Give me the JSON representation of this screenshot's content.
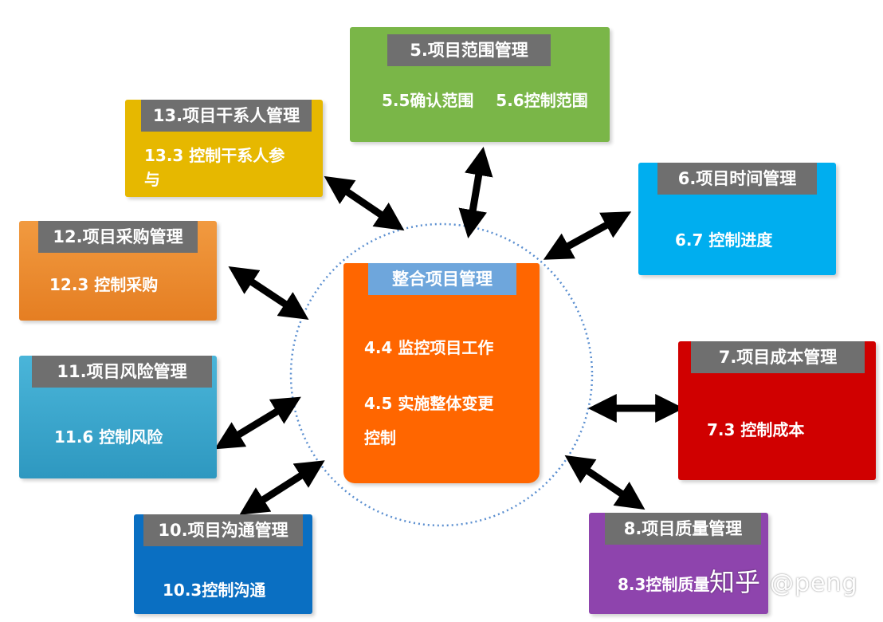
{
  "center": {
    "title": "整合项目管理",
    "items": [
      "4.4 监控项目工作",
      "4.5 实施整体变更",
      "控制"
    ],
    "color": "#ff6600",
    "title_color": "#6ea6dc"
  },
  "nodes": {
    "scope": {
      "title": "5.项目范围管理",
      "text": "5.5确认范围    5.6控制范围",
      "color": "#7ab648"
    },
    "stakeholder": {
      "title": "13.项目干系人管理",
      "text_line1": "13.3 控制干系人参",
      "text_line2": "与",
      "color": "#e6b800"
    },
    "procurement": {
      "title": "12.项目采购管理",
      "text": "12.3 控制采购",
      "color": "#ef8a2e"
    },
    "risk": {
      "title": "11.项目风险管理",
      "text": "11.6 控制风险",
      "color": "#3ea9cf"
    },
    "communication": {
      "title": "10.项目沟通管理",
      "text": "10.3控制沟通",
      "color": "#0a6fc2"
    },
    "time": {
      "title": "6.项目时间管理",
      "text": "6.7 控制进度",
      "color": "#00aeef"
    },
    "cost": {
      "title": "7.项目成本管理",
      "text": "7.3 控制成本",
      "color": "#d00000"
    },
    "quality": {
      "title": "8.项目质量管理",
      "text": "8.3控制质量",
      "color": "#8e44ad"
    }
  },
  "watermark": {
    "site": "知乎",
    "handle": "@peng"
  }
}
